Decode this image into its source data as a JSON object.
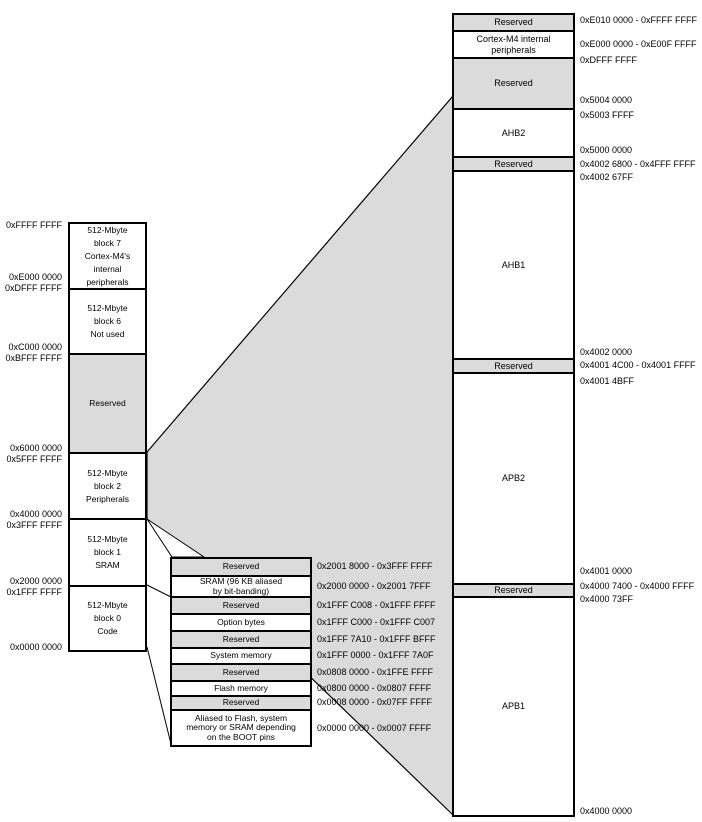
{
  "colors": {
    "fill_gray": "#DBDBDB",
    "fill_white": "#FFFFFF",
    "line": "#000000"
  },
  "left_column": {
    "blocks": [
      {
        "label": "512-Mbyte\nblock 7\nCortex-M4's\ninternal\nperipherals"
      },
      {
        "label": "512-Mbyte\nblock 6\nNot used"
      },
      {
        "label": "Reserved"
      },
      {
        "label": "512-Mbyte\nblock 2\nPeripherals"
      },
      {
        "label": "512-Mbyte\nblock 1\nSRAM"
      },
      {
        "label": "512-Mbyte\nblock 0\nCode"
      }
    ],
    "addresses": [
      "0xFFFF FFFF",
      "0xE000 0000",
      "0xDFFF FFFF",
      "0xC000 0000",
      "0xBFFF FFFF",
      "0x6000 0000",
      "0x5FFF FFFF",
      "0x4000 0000",
      "0x3FFF FFFF",
      "0x2000 0000",
      "0x1FFF FFFF",
      "0x0000 0000"
    ]
  },
  "code_detail": {
    "rows": [
      {
        "label": "Reserved",
        "range": "0x2001 8000 - 0x3FFF FFFF"
      },
      {
        "label": "SRAM (96 KB aliased\nby bit-banding)",
        "range": "0x2000 0000 - 0x2001 7FFF"
      },
      {
        "label": "Reserved",
        "range": "0x1FFF C008 - 0x1FFF FFFF"
      },
      {
        "label": "Option bytes",
        "range": "0x1FFF C000 - 0x1FFF C007"
      },
      {
        "label": "Reserved",
        "range": "0x1FFF 7A10 - 0x1FFF BFFF"
      },
      {
        "label": "System memory",
        "range": "0x1FFF 0000 - 0x1FFF 7A0F"
      },
      {
        "label": "Reserved",
        "range": "0x0808 0000 - 0x1FFE FFFF"
      },
      {
        "label": "Flash memory",
        "range": "0x0800 0000 - 0x0807 FFFF"
      },
      {
        "label": "Reserved",
        "range": "0x0008 0000 - 0x07FF FFFF"
      },
      {
        "label": "Aliased to Flash, system\nmemory or SRAM depending\non the BOOT pins",
        "range": "0x0000 0000 - 0x0007 FFFF"
      }
    ]
  },
  "peripheral_detail": {
    "blocks": [
      {
        "label": "Reserved"
      },
      {
        "label": "Cortex-M4 internal\nperipherals"
      },
      {
        "label": "Reserved"
      },
      {
        "label": "AHB2"
      },
      {
        "label": "Reserved"
      },
      {
        "label": "AHB1"
      },
      {
        "label": "Reserved"
      },
      {
        "label": "APB2"
      },
      {
        "label": "Reserved"
      },
      {
        "label": "APB1"
      }
    ],
    "addresses": [
      "0xE010 0000 - 0xFFFF FFFF",
      "0xE000 0000 - 0xE00F FFFF",
      "0xDFFF FFFF",
      "0x5004 0000",
      "0x5003 FFFF",
      "0x5000 0000",
      "0x4002 6800 - 0x4FFF FFFF",
      "0x4002 67FF",
      "0x4002 0000",
      "0x4001 4C00 - 0x4001 FFFF",
      "0x4001 4BFF",
      "0x4001 0000",
      "0x4000 7400 - 0x4000 FFFF",
      "0x4000 73FF",
      "0x4000 0000"
    ]
  }
}
